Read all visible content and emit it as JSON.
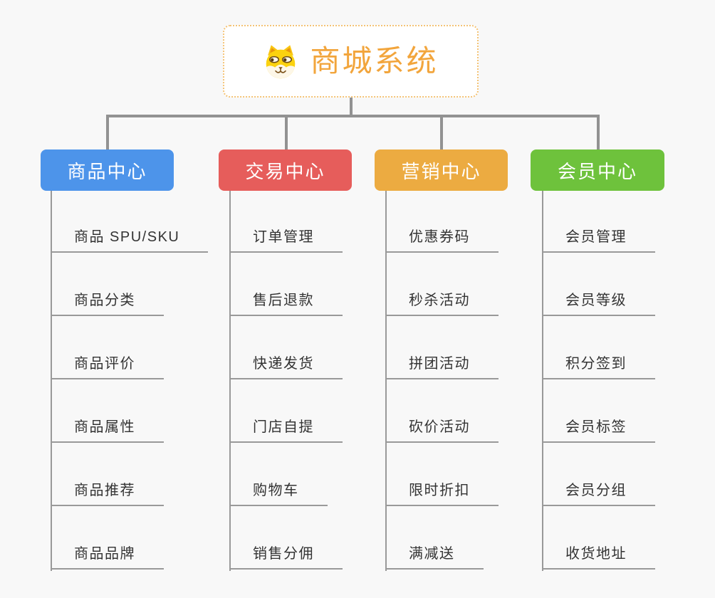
{
  "root": {
    "label": "商城系统",
    "icon": "dog-face-icon"
  },
  "branches": [
    {
      "label": "商品中心",
      "color": "#4d94ea",
      "items": [
        "商品 SPU/SKU",
        "商品分类",
        "商品评价",
        "商品属性",
        "商品推荐",
        "商品品牌"
      ]
    },
    {
      "label": "交易中心",
      "color": "#e65d5b",
      "items": [
        "订单管理",
        "售后退款",
        "快递发货",
        "门店自提",
        "购物车",
        "销售分佣"
      ]
    },
    {
      "label": "营销中心",
      "color": "#ecab41",
      "items": [
        "优惠券码",
        "秒杀活动",
        "拼团活动",
        "砍价活动",
        "限时折扣",
        "满减送"
      ]
    },
    {
      "label": "会员中心",
      "color": "#6ec23c",
      "items": [
        "会员管理",
        "会员等级",
        "积分签到",
        "会员标签",
        "会员分组",
        "收货地址"
      ]
    }
  ],
  "colors": {
    "background": "#f8f8f8",
    "connector": "#929292",
    "sub_line": "#999999",
    "item_text": "#333333",
    "root_text": "#f2a53c",
    "root_border": "#f4c376"
  }
}
